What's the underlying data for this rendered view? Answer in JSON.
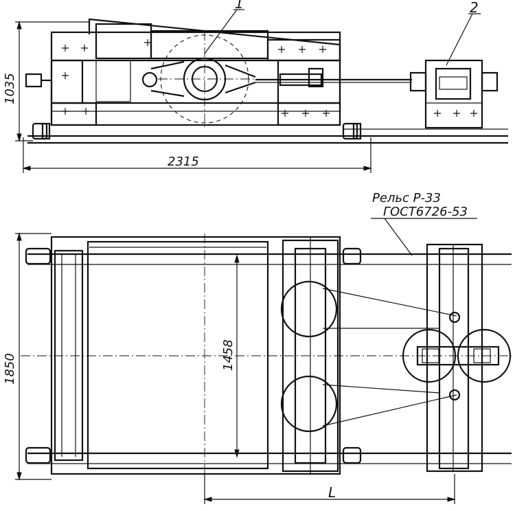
{
  "labels": {
    "callout_1": "1",
    "callout_2": "2",
    "dim_height": "1035",
    "dim_length": "2315",
    "dim_width": "1850",
    "dim_inner": "1458",
    "dim_l": "L",
    "rail_line1": "Рельс Р-33",
    "rail_line2": "ГОСТ6726-53"
  }
}
